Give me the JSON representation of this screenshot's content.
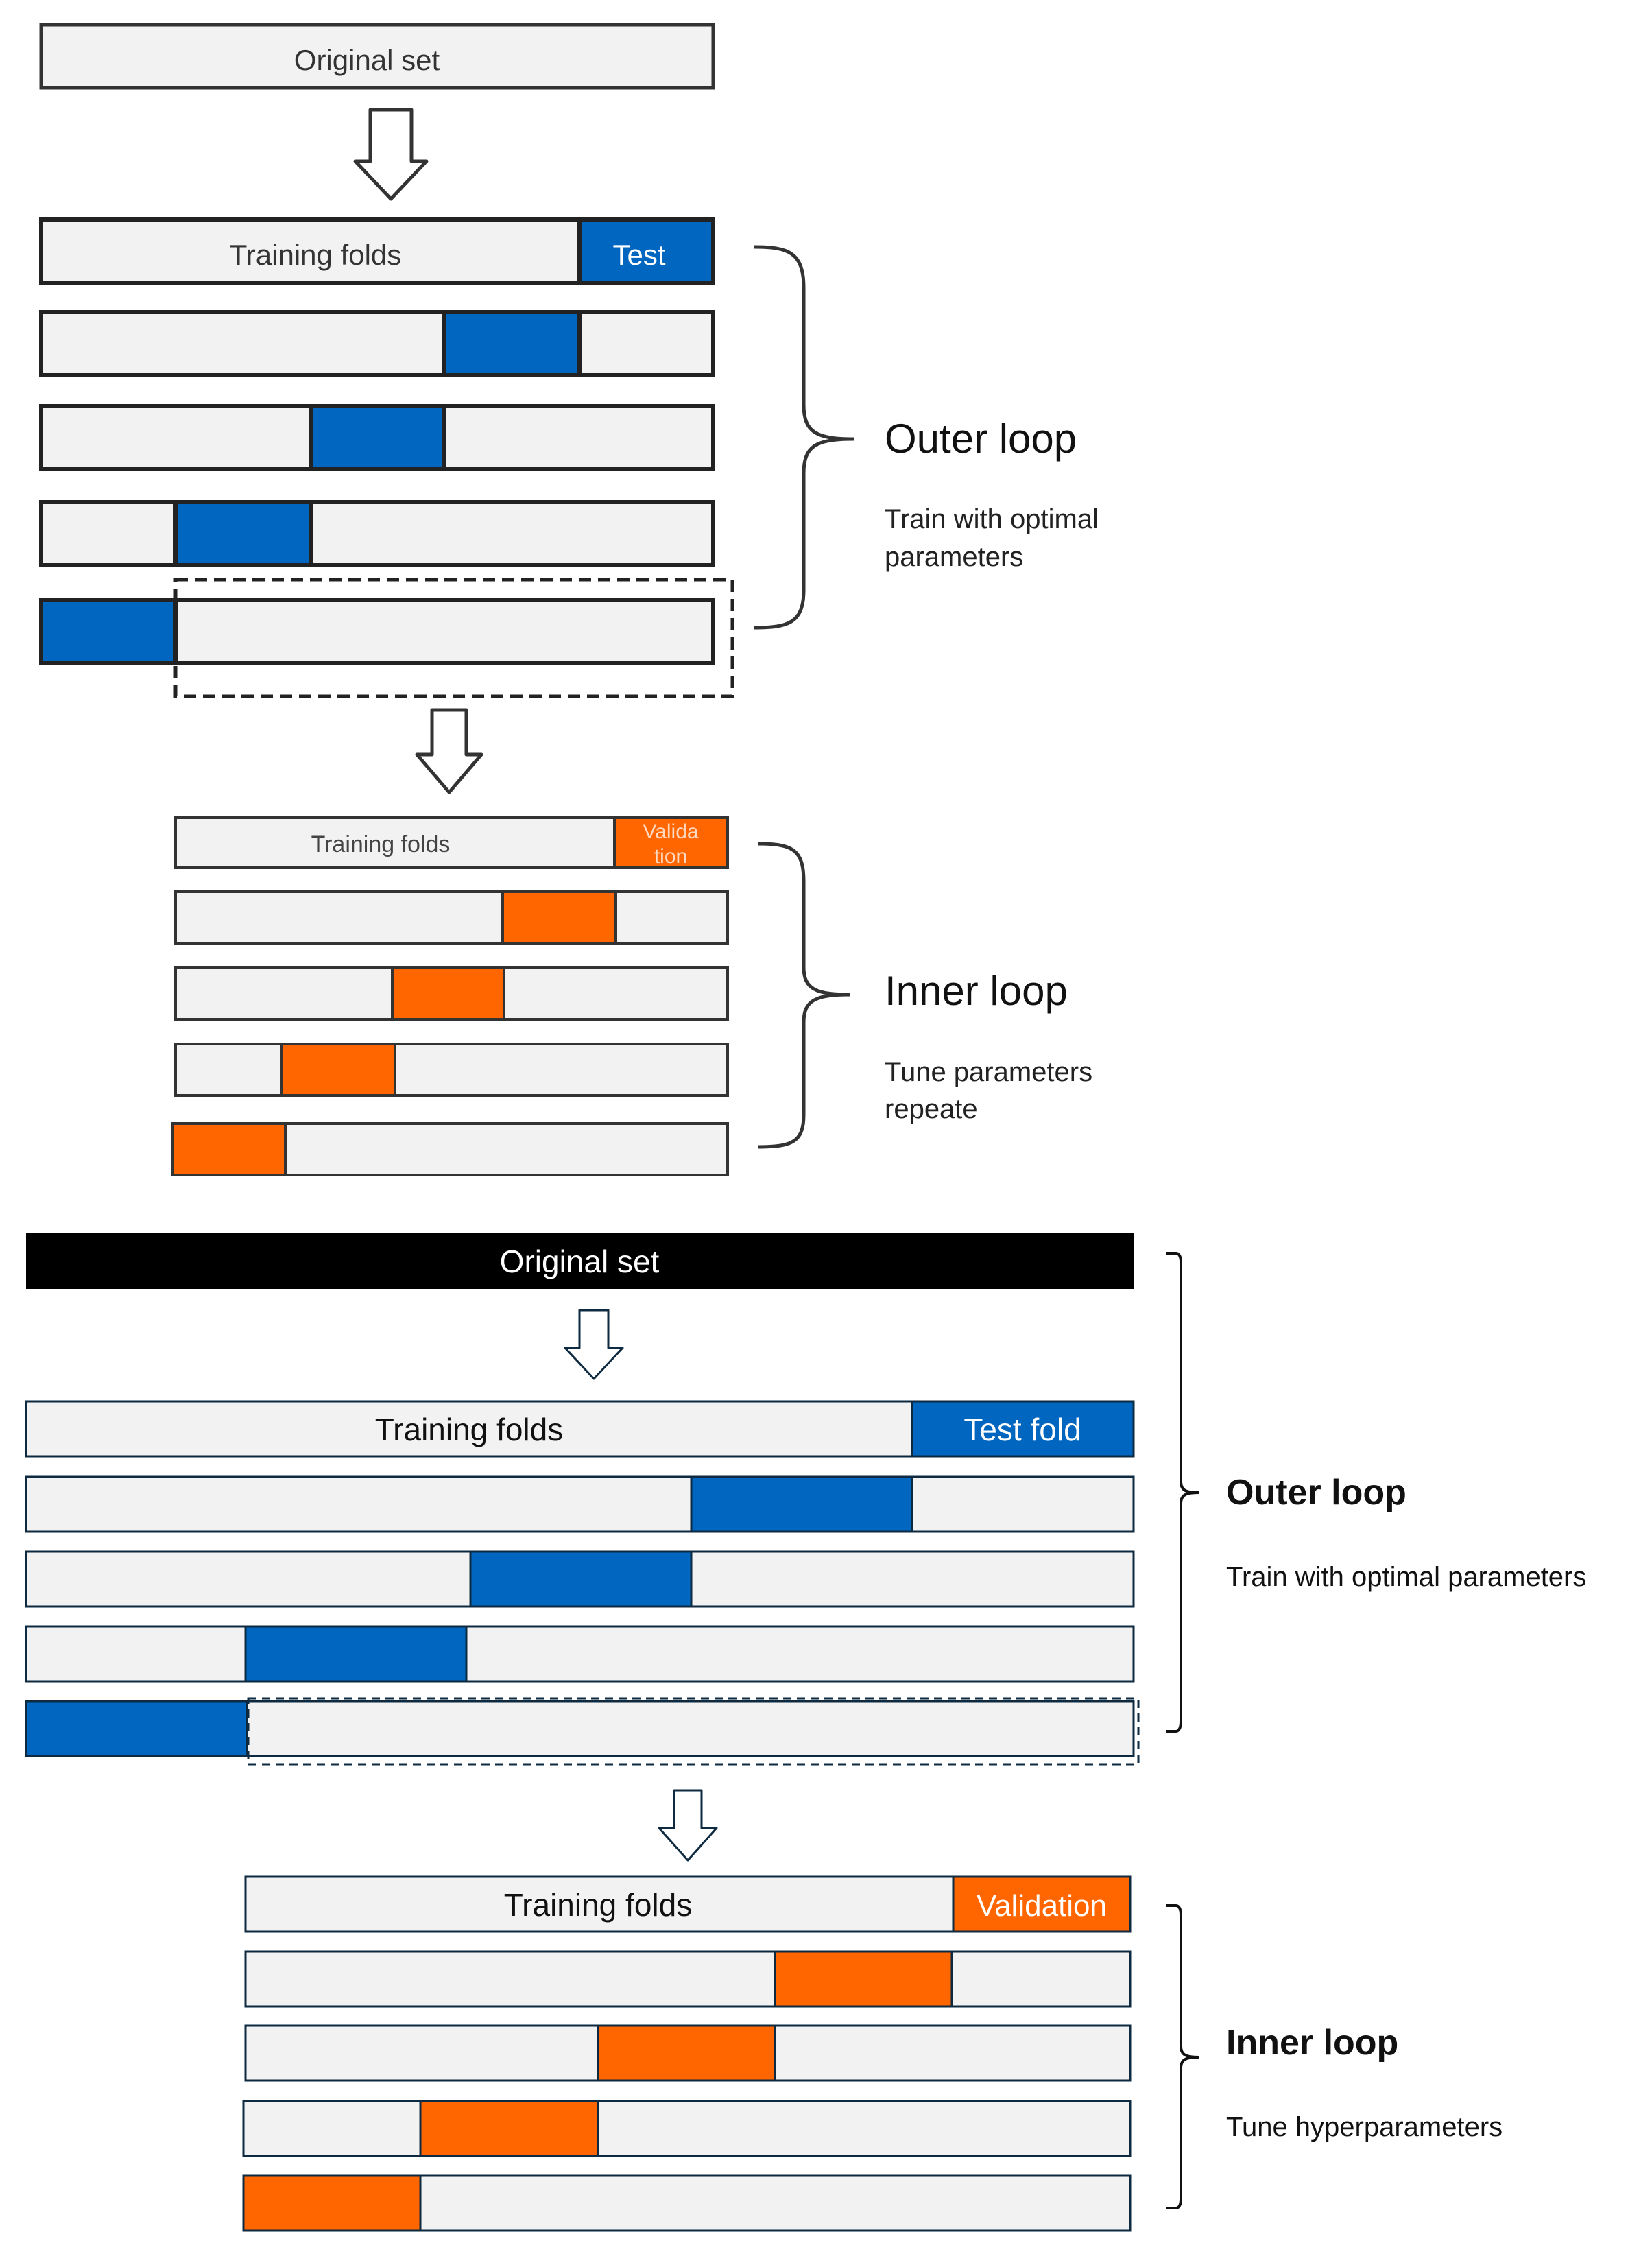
{
  "colors": {
    "fold_fill": "#f2f2f2",
    "test_blue": "#0066bf",
    "validation_orange": "#ff6600",
    "banner_black": "#000000",
    "outline_dark": "#333333",
    "outline_navy": "#0d2a40"
  },
  "top": {
    "original_set": "Original set",
    "training_folds": "Training folds",
    "test": "Test",
    "outer_loop_title": "Outer loop",
    "outer_loop_desc_line1": "Train with optimal",
    "outer_loop_desc_line2": "parameters",
    "inner_training_folds": "Training folds",
    "validation_line1": "Valida",
    "validation_line2": "tion",
    "inner_loop_title": "Inner loop",
    "inner_loop_desc_line1": "Tune parameters",
    "inner_loop_desc_line2": "repeate",
    "outer_fold_count": 5,
    "inner_fold_count": 5
  },
  "bottom": {
    "original_set": "Original set",
    "training_folds": "Training folds",
    "test_fold": "Test fold",
    "outer_loop_title": "Outer loop",
    "outer_loop_desc": "Train with optimal parameters",
    "inner_training_folds": "Training folds",
    "validation": "Validation",
    "inner_loop_title": "Inner loop",
    "inner_loop_desc": "Tune hyperparameters",
    "outer_fold_count": 5,
    "inner_fold_count": 5
  }
}
